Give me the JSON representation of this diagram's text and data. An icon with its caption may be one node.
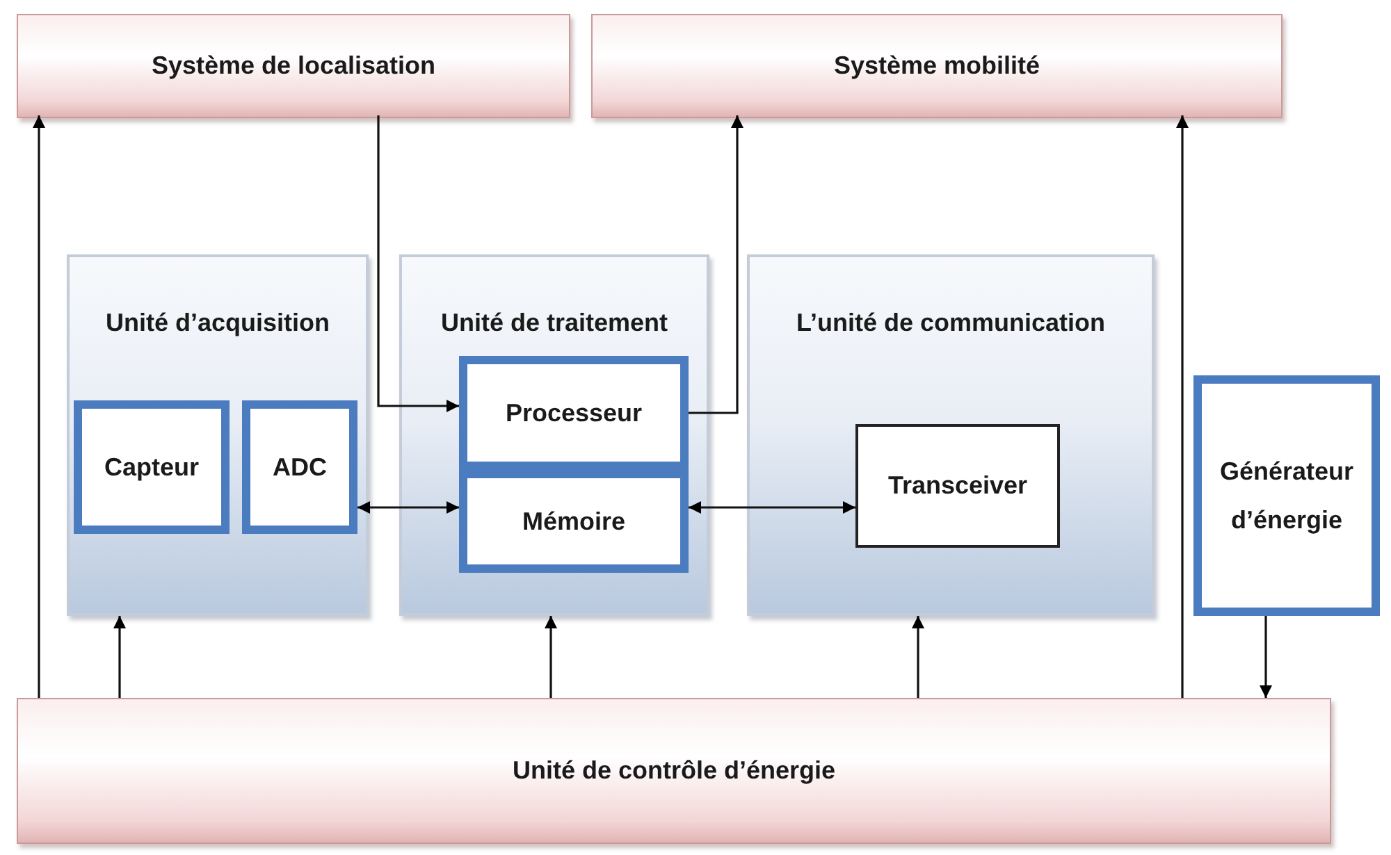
{
  "diagram": {
    "nodes": [
      {
        "text": [
          "Système de localisation"
        ]
      },
      {
        "text": [
          "Système mobilité"
        ]
      },
      {
        "text": [
          "Unité d’acquisition"
        ]
      },
      {
        "text": [
          "Capteur"
        ],
        "in": 2
      },
      {
        "text": [
          "ADC"
        ],
        "in": 2
      },
      {
        "text": [
          "Unité de traitement"
        ]
      },
      {
        "text": [
          "Processeur"
        ],
        "in": 5
      },
      {
        "text": [
          "Mémoire"
        ],
        "in": 5
      },
      {
        "text": [
          "L’unité de communication"
        ]
      },
      {
        "text": [
          "Transceiver"
        ],
        "in": 8
      },
      {
        "text": [
          "Générateur d’énergie"
        ]
      },
      {
        "text": [
          "Unité de contrôle d’énergie"
        ]
      }
    ],
    "edges": [
      {
        "from": 11,
        "to": 0,
        "arrow": "to"
      },
      {
        "from": 0,
        "to": 6,
        "arrow": "to"
      },
      {
        "from": 6,
        "to": 1,
        "arrow": "to"
      },
      {
        "from": 11,
        "to": 1,
        "arrow": "to"
      },
      {
        "from": 4,
        "to": 7,
        "arrow": "both"
      },
      {
        "from": 7,
        "to": 9,
        "arrow": "both"
      },
      {
        "from": 11,
        "to": 2,
        "arrow": "to"
      },
      {
        "from": 11,
        "to": 5,
        "arrow": "to"
      },
      {
        "from": 11,
        "to": 8,
        "arrow": "to"
      },
      {
        "from": 10,
        "to": 11,
        "arrow": "to"
      }
    ]
  }
}
